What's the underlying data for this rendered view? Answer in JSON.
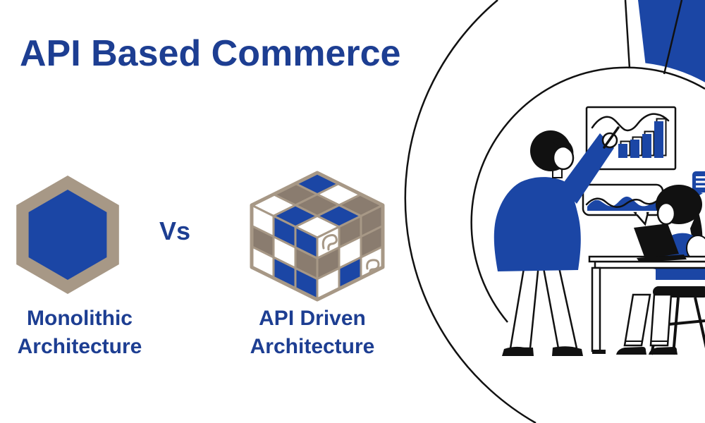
{
  "palette": {
    "blue": "#1B46A5",
    "text_blue": "#1D3E92",
    "tan": "#A79886",
    "cube_gray": "#8A7C6F",
    "ink": "#111111",
    "background": "#FFFFFF"
  },
  "header": {
    "title": "API Based Commerce"
  },
  "comparison": {
    "vs_label": "Vs",
    "left_item": {
      "line1": "Monolithic",
      "line2": "Architecture",
      "icon": "hexagon-monolith-icon"
    },
    "right_item": {
      "line1": "API Driven",
      "line2": "Architecture",
      "icon": "rubiks-cube-icon"
    }
  },
  "cube_pattern": {
    "legend": {
      "b": "blue",
      "w": "white",
      "g": "gray"
    },
    "top": [
      [
        "b",
        "w",
        "g"
      ],
      [
        "g",
        "g",
        "b"
      ],
      [
        "w",
        "b",
        "w"
      ]
    ],
    "left": [
      [
        "w",
        "b",
        "b"
      ],
      [
        "g",
        "w",
        "g"
      ],
      [
        "w",
        "b",
        "b"
      ]
    ],
    "right": [
      [
        "w",
        "g",
        "g"
      ],
      [
        "g",
        "w",
        "g"
      ],
      [
        "w",
        "b",
        "w"
      ]
    ]
  },
  "illustration": {
    "description": "Two people analyzing charts inside a circular pie-chart motif",
    "board_chart": {
      "type": "bar",
      "bar_heights": [
        16,
        20,
        26,
        34,
        52
      ]
    },
    "icons": [
      "presentation-board-icon",
      "trend-line-icon",
      "wave-chart-bubble-icon",
      "chat-message-icon",
      "pie-slice-icon",
      "laptop-icon"
    ]
  }
}
